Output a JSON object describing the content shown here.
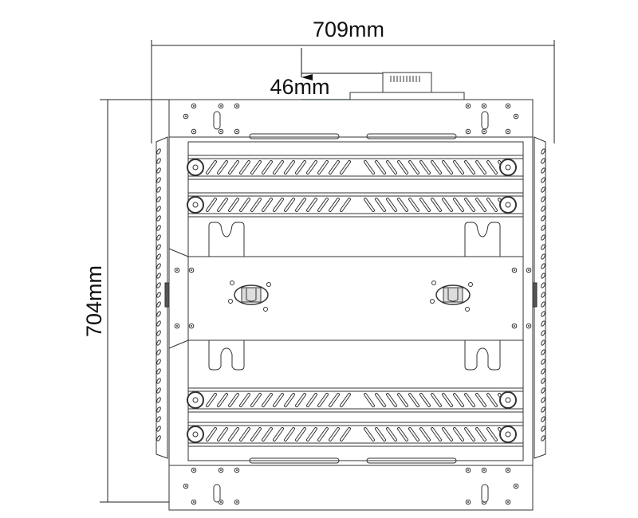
{
  "dimensions": {
    "width_label": "709mm",
    "height_label": "704mm",
    "offset_label": "46mm"
  },
  "colors": {
    "line": "#333333",
    "dim_line": "#222222",
    "accent_line": "#3aa37a"
  },
  "drawing": {
    "bars": 4,
    "latches": 2,
    "slot_brackets": 4
  }
}
